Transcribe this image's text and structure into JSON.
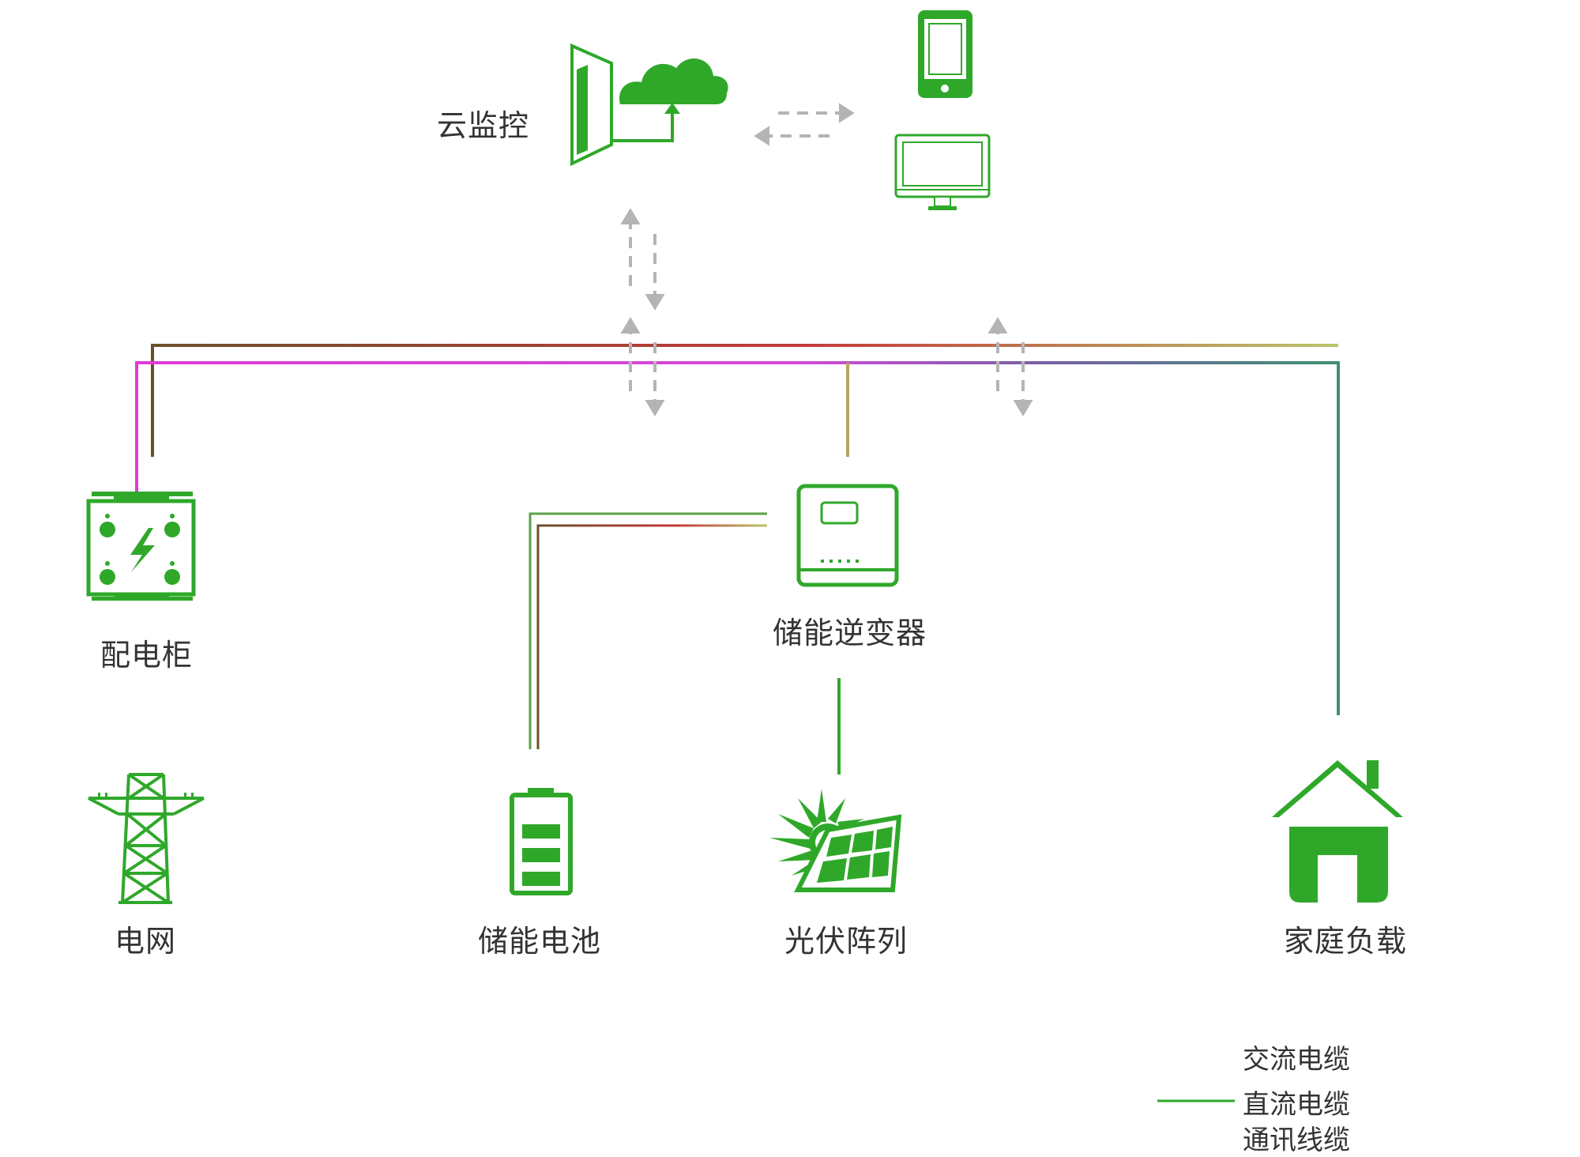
{
  "labels": {
    "cloud_monitor": "云监控",
    "distribution_cabinet": "配电柜",
    "storage_inverter": "储能逆变器",
    "grid": "电网",
    "storage_battery": "储能电池",
    "pv_array": "光伏阵列",
    "household_load": "家庭负载"
  },
  "legend": {
    "ac_cable": "交流电缆",
    "dc_cable": "直流电缆",
    "comm_cable": "通讯线缆"
  },
  "colors": {
    "green": "#2fa82a",
    "ac_magenta": "#e03ad6",
    "comm_brown": "#6b4f2a",
    "comm_red": "#c43a3a",
    "comm_olive": "#b9c46a",
    "dc_teal": "#3f8f73",
    "arrow_gray": "#b4b4b4"
  }
}
